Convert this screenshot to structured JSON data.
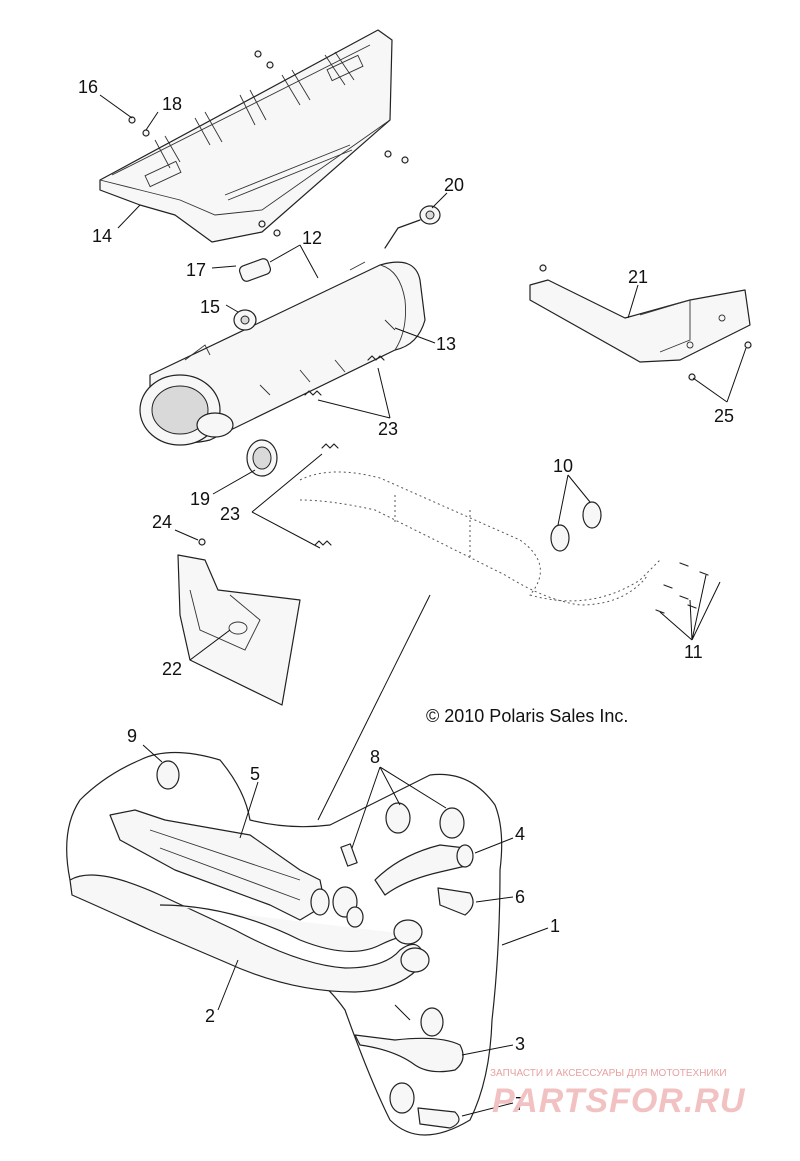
{
  "diagram": {
    "callouts": [
      {
        "id": "1",
        "label": "1"
      },
      {
        "id": "2",
        "label": "2"
      },
      {
        "id": "3",
        "label": "3"
      },
      {
        "id": "4",
        "label": "4"
      },
      {
        "id": "5",
        "label": "5"
      },
      {
        "id": "6",
        "label": "6"
      },
      {
        "id": "7",
        "label": "7"
      },
      {
        "id": "8",
        "label": "8"
      },
      {
        "id": "9",
        "label": "9"
      },
      {
        "id": "10",
        "label": "10"
      },
      {
        "id": "11",
        "label": "11"
      },
      {
        "id": "12",
        "label": "12"
      },
      {
        "id": "13",
        "label": "13"
      },
      {
        "id": "14",
        "label": "14"
      },
      {
        "id": "15",
        "label": "15"
      },
      {
        "id": "16",
        "label": "16"
      },
      {
        "id": "17",
        "label": "17"
      },
      {
        "id": "18",
        "label": "18"
      },
      {
        "id": "19",
        "label": "19"
      },
      {
        "id": "20",
        "label": "20"
      },
      {
        "id": "21",
        "label": "21"
      },
      {
        "id": "22",
        "label": "22"
      },
      {
        "id": "23a",
        "label": "23"
      },
      {
        "id": "23b",
        "label": "23"
      },
      {
        "id": "24",
        "label": "24"
      },
      {
        "id": "25",
        "label": "25"
      }
    ],
    "copyright": "© 2010 Polaris Sales Inc."
  },
  "watermark": {
    "tagline": "ЗАПЧАСТИ И АКСЕССУАРЫ ДЛЯ МОТОТЕХНИКИ",
    "brand": "PARTSFOR.RU",
    "color": "#f2c2c2"
  }
}
